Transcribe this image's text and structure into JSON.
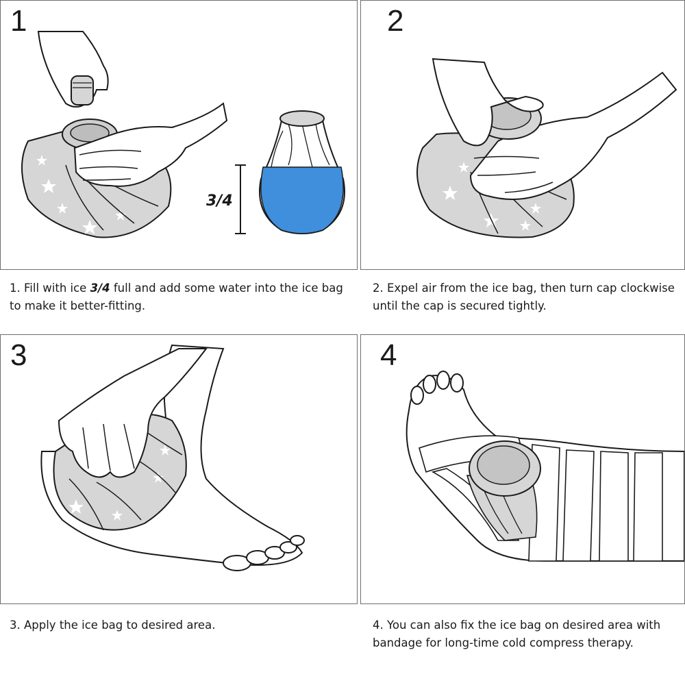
{
  "steps": [
    {
      "number": "1",
      "caption_parts": [
        "1. Fill with ice ",
        "3/4",
        " full and add some water into the ice bag to make it better-fitting."
      ]
    },
    {
      "number": "2",
      "caption": "2. Expel air from the ice bag, then turn cap clockwise until the cap is secured tightly."
    },
    {
      "number": "3",
      "caption": "3. Apply the ice bag to desired area."
    },
    {
      "number": "4",
      "caption": "4. You can also fix the ice bag on desired area with bandage for long-time cold compress therapy."
    }
  ],
  "fill_indicator": {
    "label": "3/4",
    "fill_fraction": 0.75
  },
  "colors": {
    "water": "#3f8fdc",
    "bag": "#d6d6d6",
    "border": "#6e6e6e",
    "outline": "#1a1a1a"
  }
}
